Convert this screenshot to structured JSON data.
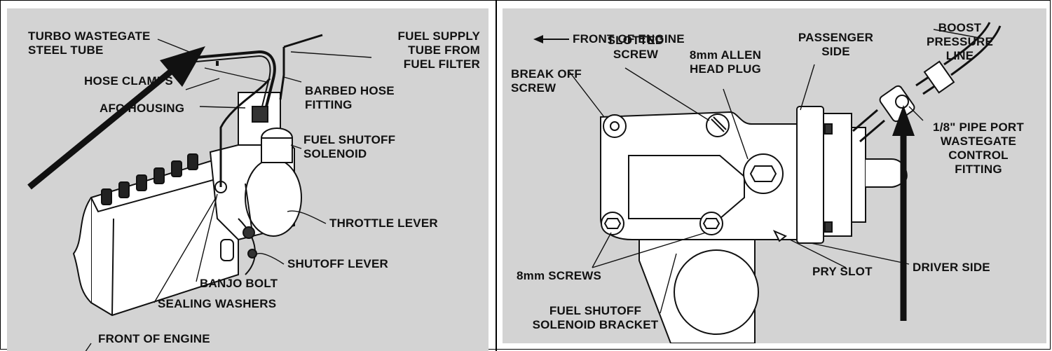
{
  "left_panel": {
    "labels": {
      "turbo_wastegate": "TURBO WASTEGATE\nSTEEL TUBE",
      "fuel_supply": "FUEL SUPPLY\nTUBE FROM\nFUEL FILTER",
      "hose_clamps": "HOSE CLAMPS",
      "barbed_hose": "BARBED HOSE\nFITTING",
      "afc_housing": "AFC HOUSING",
      "fuel_shutoff_solenoid": "FUEL SHUTOFF\nSOLENOID",
      "throttle_lever": "THROTTLE LEVER",
      "shutoff_lever": "SHUTOFF LEVER",
      "banjo_bolt": "BANJO BOLT",
      "sealing_washers": "SEALING WASHERS",
      "front_of_engine": "FRONT OF ENGINE"
    }
  },
  "right_panel": {
    "labels": {
      "front_of_engine": "FRONT OF ENGINE",
      "front_arrow": "←",
      "passenger_side": "PASSENGER\nSIDE",
      "boost_pressure": "BOOST\nPRESSURE\nLINE",
      "slotted_screw": "SLOTTED\nSCREW",
      "allen_plug": "8mm ALLEN\nHEAD PLUG",
      "break_off_screw": "BREAK OFF\nSCREW",
      "pipe_port": "1/8\" PIPE PORT\nWASTEGATE\nCONTROL\nFITTING",
      "screws_8mm": "8mm SCREWS",
      "pry_slot": "PRY SLOT",
      "driver_side": "DRIVER SIDE",
      "solenoid_bracket": "FUEL SHUTOFF\nSOLENOID BRACKET"
    }
  },
  "colors": {
    "panel_bg": "#d3d3d3",
    "ink": "#111111",
    "border": "#000000"
  }
}
